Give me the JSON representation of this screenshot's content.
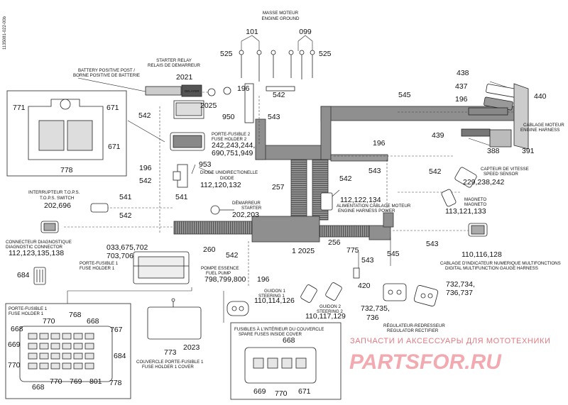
{
  "side_id": "1135081-022-00b",
  "watermark": {
    "line1": "ЗАПЧАСТИ И АКСЕССУАРЫ ДЛЯ МОТОТЕХНИКИ",
    "line2": "PARTSFOR.RU"
  },
  "labels": {
    "ground": [
      "MASSE MOTEUR",
      "ENGINE GROUND"
    ],
    "relay": [
      "STARTER RELAY",
      "RELAIS DE DEMARREUR"
    ],
    "battery": [
      "BATTERY POSITIVE POST /",
      "BORNE POSITIVE DE BATTERIE"
    ],
    "fuse2": [
      "PORTE-FUSIBLE 2",
      "FUSE HOLDER 2"
    ],
    "diode": [
      "DIODE UNIDIRECTIONELLE",
      "DIODE"
    ],
    "tops": [
      "INTERRUPTEUR T.O.P.S.",
      "T.O.P.S. SWITCH"
    ],
    "starter": [
      "DÉMARREUR",
      "STARTER"
    ],
    "diag": [
      "CONNECTEUR DIAGNOSTIQUE",
      "DIAGNOSTIC CONNECTOR"
    ],
    "fuse1": [
      "PORTE-FUSIBLE 1",
      "FUSE HOLDER 1"
    ],
    "pump": [
      "POMPE ESSENCE",
      "FUEL PUMP"
    ],
    "guidon1": [
      "GUIDON 1",
      "STEERING 1"
    ],
    "guidon2": [
      "GUIDON 2",
      "STEERING 2"
    ],
    "regulator": [
      "RÉGULATEUR-REDRESSEUR",
      "REGULATOR RECTIFIER"
    ],
    "gauge": [
      "CABLAGE D'INDICATEUR NUMERIQUE MULTIFONCTIONS",
      "DIGITAL MULTIFUNCTION GAUGE HARNESS"
    ],
    "speed": [
      "CAPTEUR DE VITESSE",
      "SPEED SENSOR"
    ],
    "magneto": [
      "MAGNETO",
      "MAGNETO"
    ],
    "power": [
      "ALIMENTATION CÂBLAGE MOTEUR",
      "ENGINE HARNESS POWER"
    ],
    "harness": [
      "CABLAGE MOTEUR",
      "ENGINE HARNESS"
    ],
    "cover": [
      "COUVERCLE PORTE-FUSIBLE 1",
      "FUSE HOLDER 1 COVER"
    ],
    "spare": [
      "FUSIBLES À L'INTÉRIEUR DU COUVERCLE",
      "SPARE FUSES INSIDE COVER"
    ],
    "inset_fuse1": [
      "PORTE-FUSIBLE 1",
      "FUSE HOLDER 1"
    ],
    "delayer": "DELAYER"
  },
  "numbers": {
    "n101": "101",
    "n099": "099",
    "n525a": "525",
    "n525b": "525",
    "n542top": "542",
    "n2021": "2021",
    "n2025a": "2025",
    "n196a": "196",
    "n950": "950",
    "n543top": "543",
    "n545a": "545",
    "n438": "438",
    "n437": "437",
    "n196b": "196",
    "n440": "440",
    "n439": "439",
    "n388": "388",
    "n391": "391",
    "n771": "771",
    "n671a": "671",
    "n671b": "671",
    "n778a": "778",
    "n542b": "542",
    "n242": "242,243,244,",
    "n690": "690,751,949",
    "n196c": "196",
    "n953": "953",
    "n542c": "542",
    "n112": "112,120,132",
    "n196d": "196",
    "n543b": "543",
    "n542d": "542",
    "n229": "229,238,242",
    "n257": "257",
    "n112b": "112,122,134",
    "n113": "113,121,133",
    "n541a": "541",
    "n541b": "541",
    "n202": "202,696",
    "n202b": "202,203",
    "n542e": "542",
    "n543c": "543",
    "n033": "033,675,702",
    "n703": "703,706",
    "n260": "260",
    "n256": "256",
    "n542f": "542",
    "n1_2025": "1 2025",
    "n775": "775",
    "n545b": "545",
    "n543d": "543",
    "n112c": "112,123,135,138",
    "n110a": "110,116,128",
    "n684a": "684",
    "n196e": "196",
    "n798": "798,799,800",
    "n420": "420",
    "n732a": "732,734,",
    "n736a": "736,737",
    "n732b": "732,735,",
    "n736b": "736",
    "n110b": "110,114,126",
    "n110c": "110,117,129",
    "n768": "768",
    "n770a": "770",
    "n668a": "668",
    "n668b": "668",
    "n767": "767",
    "n669a": "669",
    "n684b": "684",
    "n770b": "770",
    "n778b": "778",
    "n668c": "668",
    "n770c": "770",
    "n769": "769",
    "n801": "801",
    "n773": "773",
    "n2023": "2023",
    "n668d": "668",
    "n669b": "669",
    "n770d": "770",
    "n671c": "671"
  },
  "colors": {
    "line": "#222222",
    "harness": "#8f8f8f",
    "harness_dark": "#6e6e6e",
    "watermark": "#f2a9b0"
  }
}
